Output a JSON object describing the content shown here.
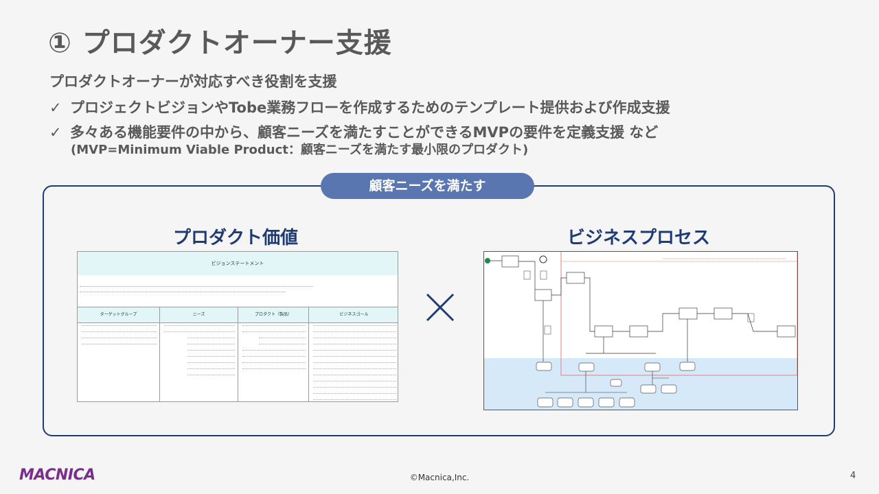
{
  "title": "① プロダクトオーナー支援",
  "subtitle": "プロダクトオーナーが対応すべき役割を支援",
  "bullets": [
    {
      "check": "✓",
      "text": "プロジェクトビジョンやTobe業務フローを作成するためのテンプレート提供および作成支援"
    },
    {
      "check": "✓",
      "text": "多々ある機能要件の中から、顧客ニーズを満たすことができるMVPの要件を定義支援 など"
    }
  ],
  "note": "(MVP=Minimum Viable Product：顧客ニーズを満たす最小限のプロダクト)",
  "panel": {
    "badge": "顧客ニーズを満たす",
    "left_title": "プロダクト価値",
    "right_title": "ビジネスプロセス",
    "times_symbol": "×"
  },
  "product_value": {
    "header": "ビジョンステートメント",
    "columns": [
      "ターゲットグループ",
      "ニーズ",
      "プロダクト（製品）",
      "ビジネスゴール"
    ],
    "colors": {
      "header_bg": "#e2f6f7"
    }
  },
  "business_process": {
    "colors": {
      "lane_bg": "#d6e9f8",
      "border_red": "#e08080",
      "start_green": "#1b8a4c"
    }
  },
  "footer": {
    "copyright": "©Macnica,Inc.",
    "page": "4",
    "logo": "MACNICA"
  },
  "colors": {
    "accent": "#1f3b73",
    "badge": "#5a76b0",
    "text": "#595959",
    "logo": "#7b2d8b"
  }
}
